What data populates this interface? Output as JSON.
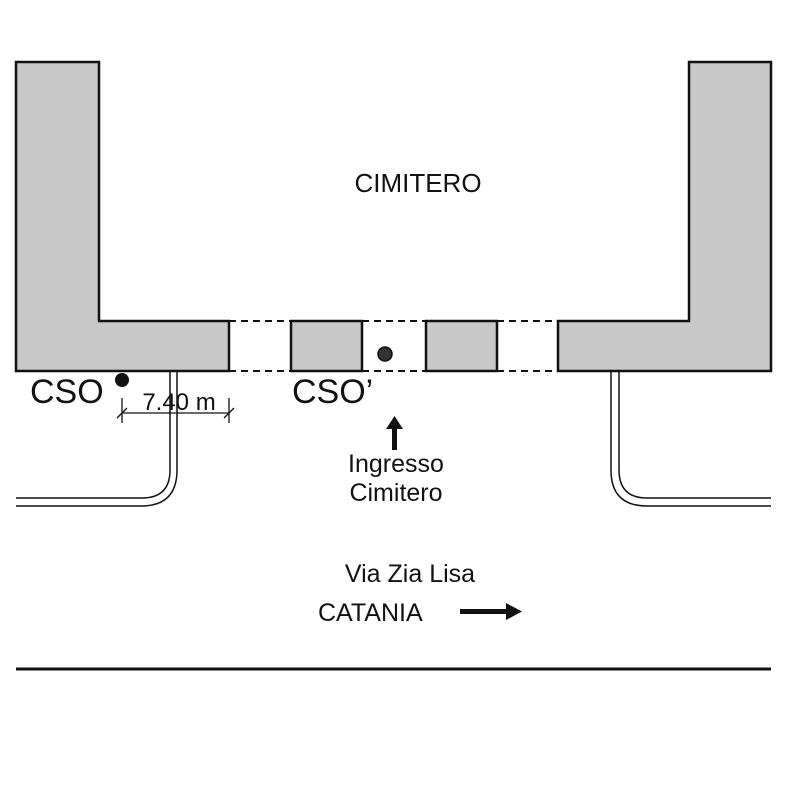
{
  "labels": {
    "area": "CIMITERO",
    "station_left": "CSO",
    "station_center": "CSO’",
    "dimension": "7.40 m",
    "entrance_line1": "Ingresso",
    "entrance_line2": "Cimitero",
    "street_name": "Via Zia Lisa",
    "direction": "CATANIA"
  },
  "colors": {
    "building_fill": "#c8c8c8",
    "stroke": "#111111",
    "background": "#ffffff"
  },
  "icons": {
    "entrance_arrow": "arrow-up-icon",
    "direction_arrow": "arrow-right-icon",
    "station_marker": "dot-marker-icon"
  }
}
